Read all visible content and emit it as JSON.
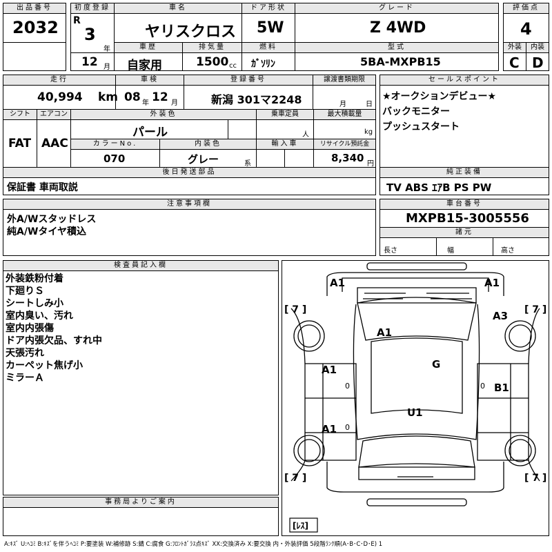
{
  "header": {
    "lot_label": "出品番号",
    "lot": "2032",
    "first_reg_label": "初度登録",
    "era": "R",
    "year": "3",
    "year_unit": "年",
    "month": "12",
    "month_unit": "月",
    "car_name_label": "車名",
    "car_name": "ヤリスクロス",
    "door_label": "ドア形状",
    "door": "5W",
    "grade_label": "グレード",
    "grade": "Z 4WD",
    "score_label": "評価点",
    "score": "4",
    "history_label": "車歴",
    "history": "自家用",
    "displacement_label": "排気量",
    "displacement": "1500",
    "cc": "cc",
    "fuel_label": "燃料",
    "fuel": "ｶﾞｿﾘﾝ",
    "model_label": "型式",
    "model": "5BA-MXPB15",
    "ext_label": "外装",
    "ext": "C",
    "int_label": "内装",
    "int": "D"
  },
  "row2": {
    "mileage_label": "走行",
    "mileage": "40,994",
    "km": "km",
    "inspection_label": "車検",
    "insp_year": "08",
    "nen": "年",
    "insp_month": "12",
    "tsuki": "月",
    "plate_label": "登録番号",
    "plate": "新潟 301マ2248",
    "transfer_label": "譲渡書類期限",
    "tmonth": "月",
    "tday": "日",
    "shift_label": "シフト",
    "shift": "FAT",
    "ac_label": "エアコン",
    "ac": "AAC",
    "color_label": "外装色",
    "color": "パール",
    "capacity_label": "乗車定員",
    "capacity_unit": "人",
    "load_label": "最大積載量",
    "load_unit": "kg",
    "color_no_label": "カラーNo.",
    "color_no": "070",
    "int_color_label": "内装色",
    "int_color": "グレー",
    "kei": "系",
    "import_label": "輸入車",
    "recycle_label": "リサイクル預託金",
    "recycle": "8,340",
    "yen": "円",
    "later_label": "後日発送部品",
    "later": "保証書 車両取説"
  },
  "sales": {
    "label": "セールスポイント",
    "items": [
      "★オークションデビュー★",
      "バックモニター",
      "プッシュスタート"
    ]
  },
  "equipment": {
    "label": "純正装備",
    "value": "TV ABS ｴｱB PS PW"
  },
  "notes": {
    "label": "注意事項欄",
    "items": [
      "外A/Wスタッドレス",
      "純A/Wタイヤ積込"
    ]
  },
  "chassis": {
    "label": "車台番号",
    "value": "MXPB15-3005556",
    "spec_label": "諸元",
    "len": "長さ",
    "width": "幅",
    "height": "高さ"
  },
  "inspector": {
    "label": "検査員記入欄",
    "items": [
      "外装鉄粉付着",
      "下廻りＳ",
      "シートしみ小",
      "室内臭い、汚れ",
      "室内内張傷",
      "ドア内張欠品、すれ中",
      "天張汚れ",
      "カーペット焦げ小",
      "ミラーＡ"
    ]
  },
  "office": {
    "label": "事務局よりご案内"
  },
  "diagram": {
    "tire_fl": "[ 7 ]",
    "tire_fr": "[ 7 ]",
    "tire_rl": "[ 7 ]",
    "tire_rr": "[ 7 ]",
    "spare": "[ﾚｽ]",
    "marks": [
      "A1",
      "A1",
      "A3",
      "A1",
      "G",
      "A1",
      "B1",
      "U1",
      "A1"
    ],
    "zeros": [
      "0",
      "0",
      "0"
    ]
  },
  "legend": "A:ｷｽﾞ U:ﾍｺﾐ B:ｷｽﾞを伴うﾍｺﾐ P:要塗装 W:補修跡 S:錆 C:腐食 G:ﾌﾛﾝﾄｶﾞﾗｽ点ｷｽﾞ XX:交換済み X:要交換 内・外装評価 5段階ﾗﾝｸ順(A･B･C･D･E) 1"
}
